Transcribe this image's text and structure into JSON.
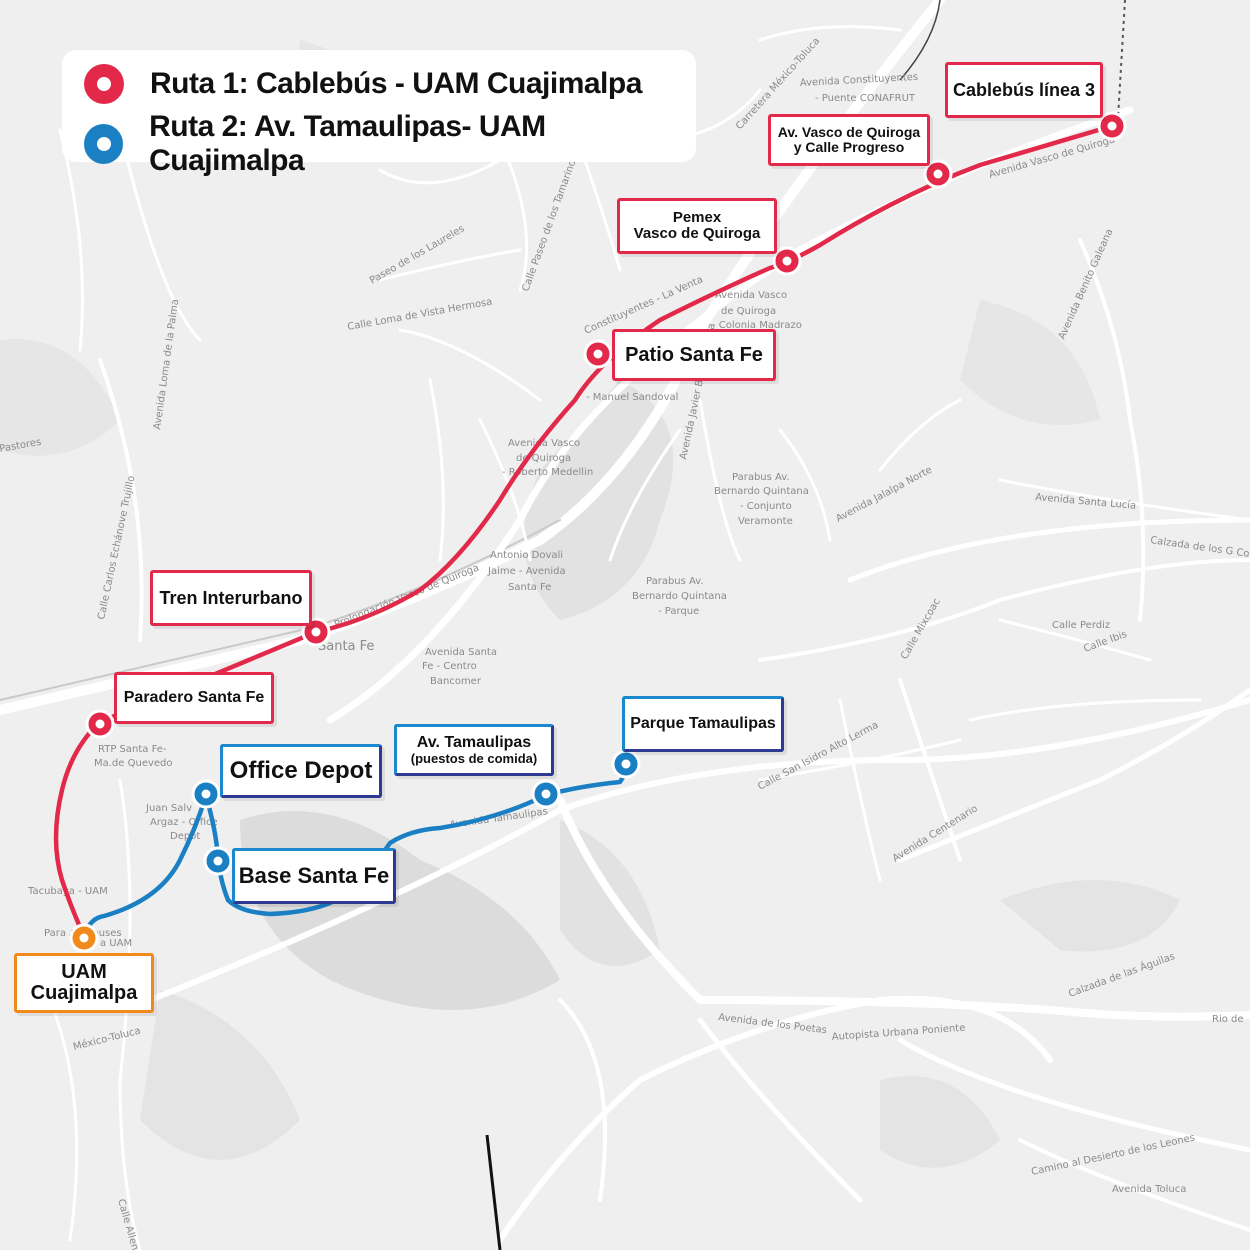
{
  "colors": {
    "route1": "#e3294a",
    "route2": "#1b7fc4",
    "terminal": "#f18a1c",
    "background": "#efefef",
    "road": "#ffffff"
  },
  "legend": {
    "route1": "Ruta 1: Cablebús - UAM Cuajimalpa",
    "route2": "Ruta 2: Av. Tamaulipas- UAM Cuajimalpa"
  },
  "stops": {
    "cablebus": "Cablebús línea 3",
    "vasco_progreso_1": "Av. Vasco de Quiroga",
    "vasco_progreso_2": "y Calle Progreso",
    "pemex_1": "Pemex",
    "pemex_2": "Vasco de Quiroga",
    "patio": "Patio Santa Fe",
    "tren": "Tren Interurbano",
    "paradero": "Paradero Santa Fe",
    "office": "Office Depot",
    "base": "Base Santa Fe",
    "tamaulipas_1": "Av. Tamaulipas",
    "tamaulipas_2": "(puestos de comida)",
    "parque": "Parque Tamaulipas",
    "uam_1": "UAM",
    "uam_2": "Cuajimalpa"
  },
  "streets": [
    {
      "text": "Avenida Constituyentes",
      "key": "s1"
    },
    {
      "text": "- Puente CONAFRUT",
      "key": "s2"
    },
    {
      "text": "Carretera México-Toluca",
      "key": "s3"
    },
    {
      "text": "Avenida Vasco de Quiroga",
      "key": "s4"
    },
    {
      "text": "Paseo de los Laureles",
      "key": "s5"
    },
    {
      "text": "Calle Loma de Vista Hermosa",
      "key": "s6"
    },
    {
      "text": "Calle Paseo de los Tamarindos",
      "key": "s7"
    },
    {
      "text": "Constituyentes - La Venta",
      "key": "s8"
    },
    {
      "text": "Avenida Vasco",
      "key": "s9"
    },
    {
      "text": "de Quiroga",
      "key": "s10"
    },
    {
      "text": "- Colonia Madrazo",
      "key": "s11"
    },
    {
      "text": "- Manuel Sandoval",
      "key": "s12"
    },
    {
      "text": "Avenida Vasco",
      "key": "s13"
    },
    {
      "text": "de Quiroga",
      "key": "s14"
    },
    {
      "text": "- Roberto Medellin",
      "key": "s15"
    },
    {
      "text": "Antonio Dovali",
      "key": "s16"
    },
    {
      "text": "Jaime - Avenida",
      "key": "s17"
    },
    {
      "text": "Santa Fe",
      "key": "s18"
    },
    {
      "text": "Parabus Av.",
      "key": "s19"
    },
    {
      "text": "Bernardo Quintana",
      "key": "s20"
    },
    {
      "text": "- Conjunto",
      "key": "s21"
    },
    {
      "text": "Veramonte",
      "key": "s22"
    },
    {
      "text": "Parabus Av.",
      "key": "s23"
    },
    {
      "text": "Bernardo Quintana",
      "key": "s24"
    },
    {
      "text": "- Parque",
      "key": "s25"
    },
    {
      "text": "Avenida Santa",
      "key": "s26"
    },
    {
      "text": "Fe - Centro",
      "key": "s27"
    },
    {
      "text": "Bancomer",
      "key": "s28"
    },
    {
      "text": "Avenida Santa Lucía",
      "key": "s29"
    },
    {
      "text": "Calzada de los G Con",
      "key": "s30"
    },
    {
      "text": "Calle Perdiz",
      "key": "s31"
    },
    {
      "text": "Calle Ibis",
      "key": "s32"
    },
    {
      "text": "Calle Mixcoac",
      "key": "s33"
    },
    {
      "text": "Avenida Centenario",
      "key": "s34"
    },
    {
      "text": "Avenida de los Poetas",
      "key": "s35"
    },
    {
      "text": "Autopista Urbana Poniente",
      "key": "s36"
    },
    {
      "text": "Calzada de las Águilas",
      "key": "s37"
    },
    {
      "text": "Camino al Desierto de los Leones",
      "key": "s38"
    },
    {
      "text": "Avenida Toluca",
      "key": "s39"
    },
    {
      "text": "RTP Santa Fe-",
      "key": "s40"
    },
    {
      "text": "Ma.de Quevedo",
      "key": "s41"
    },
    {
      "text": "Juan Salv",
      "key": "s42"
    },
    {
      "text": "Argaz - Office",
      "key": "s43"
    },
    {
      "text": "Depot",
      "key": "s44"
    },
    {
      "text": "Tacubaya - UAM",
      "key": "s45"
    },
    {
      "text": "Para  Autobuses",
      "key": "s46"
    },
    {
      "text": "a UAM",
      "key": "s47"
    },
    {
      "text": "México-Toluca",
      "key": "s48"
    },
    {
      "text": "Avenida Tamaulipas",
      "key": "s49"
    },
    {
      "text": "Avenida Jalalpa Norte",
      "key": "s50"
    },
    {
      "text": "Avenida Javier Barros Sierra",
      "key": "s51"
    },
    {
      "text": "Calle San Isidro Alto Lerma",
      "key": "s52"
    },
    {
      "text": "Santa Fe",
      "key": "s53"
    },
    {
      "text": "Prolongación Vasco de Quiroga",
      "key": "s54"
    },
    {
      "text": "Avenida Loma de la Palma",
      "key": "s55"
    },
    {
      "text": "Calle Carlos Echánove Trujillo",
      "key": "s56"
    },
    {
      "text": "Pastores",
      "key": "s57"
    },
    {
      "text": "Avenida Benito Galeana",
      "key": "s58"
    },
    {
      "text": "Rio de",
      "key": "s59"
    },
    {
      "text": "Calle Allende",
      "key": "s60"
    }
  ]
}
